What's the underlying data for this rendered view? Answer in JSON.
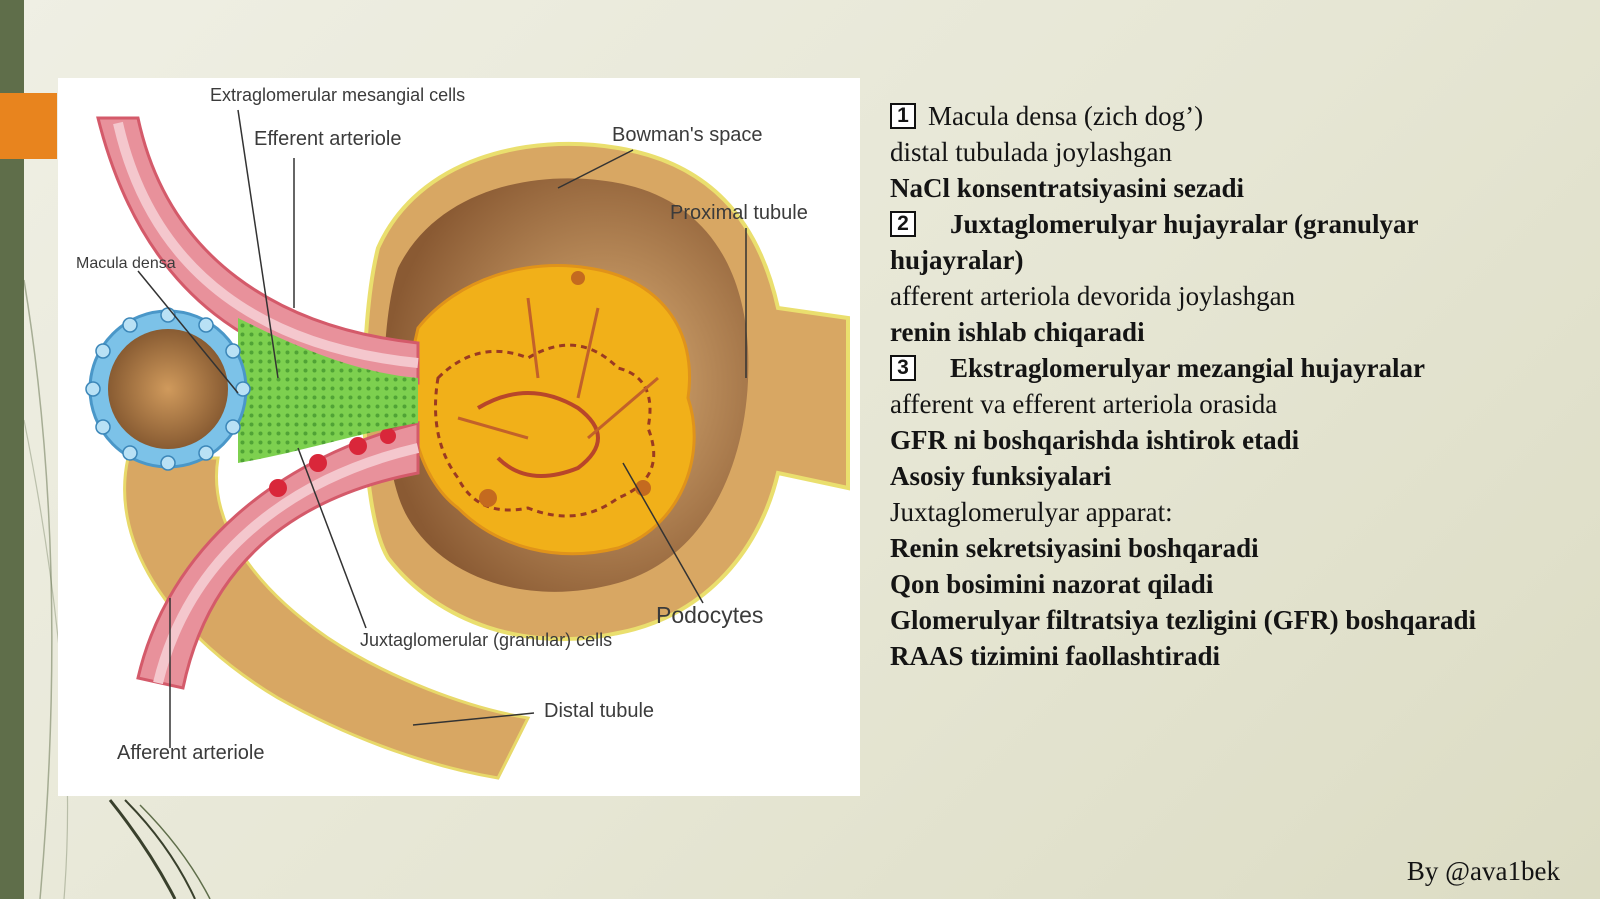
{
  "figure": {
    "labels": {
      "extraglomerular": "Extraglomerular mesangial cells",
      "efferent": "Efferent arteriole",
      "bowman": "Bowman's space",
      "proximal": "Proximal tubule",
      "macula": "Macula densa",
      "podocytes": "Podocytes",
      "juxta": "Juxtaglomerular (granular) cells",
      "distal": "Distal tubule",
      "afferent": "Afferent arteriole"
    },
    "colors": {
      "arteriole": "#e8919b",
      "capsule": "#d8a763",
      "glomerulus": "#f1b019",
      "macula_cells": "#7cc2e8",
      "juxta_cells": "#7dd04f"
    }
  },
  "text": {
    "item1_marker": "1",
    "item1_title": "Macula densa (zich dog’)",
    "item1_line1": "distal tubulada joylashgan",
    "item1_line2": "NaCl konsentratsiyasini sezadi",
    "item2_marker": "2",
    "item2_title_a": "Juxtaglomerulyar hujayralar (granulyar",
    "item2_title_b": "hujayralar)",
    "item2_line1": "afferent arteriola devorida joylashgan",
    "item2_line2": "renin ishlab chiqaradi",
    "item3_marker": "3",
    "item3_title": "Ekstraglomerulyar mezangial hujayralar",
    "item3_line1": "afferent va efferent arteriola orasida",
    "item3_line2": "GFR ni boshqarishda ishtirok etadi",
    "functions_title": "Asosiy funksiyalari",
    "apparatus_label": "Juxtaglomerulyar apparat:",
    "functions": [
      "Renin sekretsiyasini boshqaradi",
      "Qon bosimini nazorat qiladi",
      "Glomerulyar filtratsiya tezligini (GFR) boshqaradi",
      "RAAS tizimini faollashtiradi"
    ]
  },
  "byline": "By @ava1bek"
}
